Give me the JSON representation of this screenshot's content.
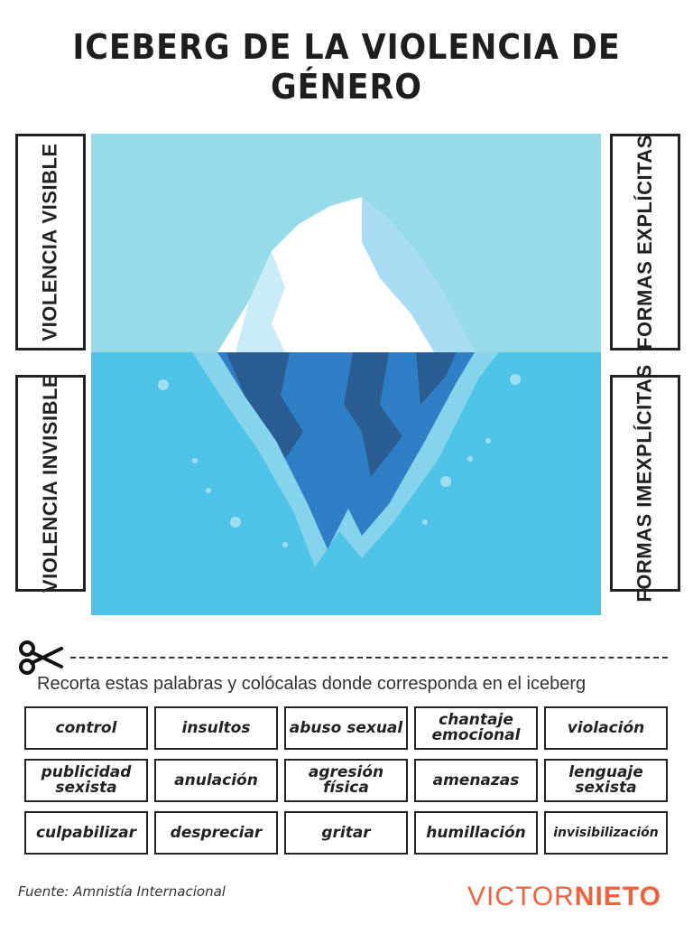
{
  "title": "ICEBERG DE LA VIOLENCIA DE GÉNERO",
  "labels": {
    "left_top": "VIOLENCIA VISIBLE",
    "left_bottom": "VIOLENCIA INVISIBLE",
    "right_top": "FORMAS EXPLÍCITAS",
    "right_bottom": "FORMAS IMEXPLÍCITAS"
  },
  "instruction": "Recorta estas palabras y colócalas donde corresponda en el iceberg",
  "words": [
    "control",
    "insultos",
    "abuso sexual",
    "chantaje emocional",
    "violación",
    "publicidad sexista",
    "anulación",
    "agresión física",
    "amenazas",
    "lenguaje sexista",
    "culpabilizar",
    "despreciar",
    "gritar",
    "humillación",
    "invisibilización"
  ],
  "source": "Fuente: Amnistía Internacional",
  "brand": {
    "light": "VICTOR",
    "bold": "NIETO"
  },
  "colors": {
    "sky": "#97dbe9",
    "water": "#4fc3e7",
    "ice_top": "#ffffff",
    "ice_shade": "#a8dcf2",
    "ice_under": "#2f7fc6",
    "ice_under_dark": "#2a5d92",
    "brand": "#f0623b"
  },
  "icons": {
    "scissors": "scissors-icon"
  }
}
